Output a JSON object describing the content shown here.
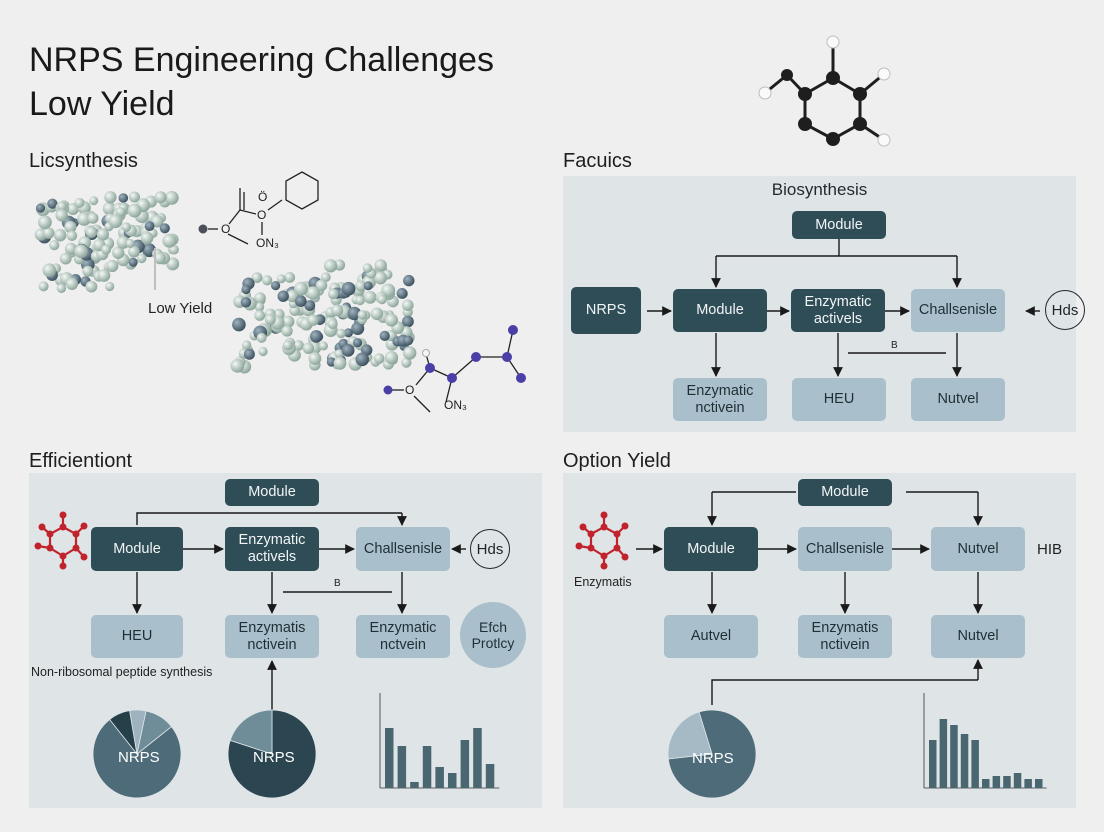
{
  "title": {
    "line1": "NRPS Engineering Challenges",
    "line2": "Low Yield"
  },
  "sections": {
    "tl": {
      "heading": "Licsynthesis",
      "label": "Low Yield",
      "formula1": "ON₃",
      "formula2": "ON₃"
    },
    "tr": {
      "heading": "Facuics",
      "panel_title": "Biosynthesis",
      "module_top": "Module",
      "nrps": "NRPS",
      "module": "Module",
      "enzymatic": "Enzymatic activels",
      "challenge": "Challsenisle",
      "hds": "Hds",
      "b": "B",
      "row2": [
        "Enzymatic nctivein",
        "HEU",
        "Nutvel"
      ]
    },
    "bl": {
      "heading": "Efficientiont",
      "module_top": "Module",
      "module": "Module",
      "enzymatic": "Enzymatic activels",
      "challenge": "Challsenisle",
      "hds": "Hds",
      "b": "B",
      "row2": [
        "HEU",
        "Enzymatis nctivein",
        "Enzymatic nctvein"
      ],
      "efch": "Efch Protlcy",
      "caption": "Non-ribosomal peptide synthesis",
      "pie1_label": "NRPS",
      "pie2_label": "NRPS"
    },
    "br": {
      "heading": "Option Yield",
      "module_top": "Module",
      "module": "Module",
      "challenge": "Challsenisle",
      "nutvel": "Nutvel",
      "hib": "HIB",
      "enzymatis": "Enzymatis",
      "row2": [
        "Autvel",
        "Enzymatis nctivein",
        "Nutvel"
      ],
      "pie_label": "NRPS"
    }
  },
  "colors": {
    "dark_box": "#2f4d57",
    "light_box": "#a9bfcb",
    "panel": "#dfe4e7",
    "bar": "#4a6670",
    "atom_dark": "#1e1e1e",
    "atom_red": "#c0232b",
    "atom_blue": "#4a3fa6"
  },
  "chart_data": [
    {
      "type": "pie",
      "label": "NRPS",
      "slices": [
        {
          "value": 75
        },
        {
          "value": 8
        },
        {
          "value": 6
        },
        {
          "value": 11
        }
      ]
    },
    {
      "type": "pie",
      "label": "NRPS",
      "slices": [
        {
          "value": 80
        },
        {
          "value": 20
        }
      ]
    },
    {
      "type": "bar",
      "values": [
        20,
        14,
        2,
        14,
        7,
        5,
        16,
        20,
        8
      ],
      "ylim": [
        0,
        30
      ]
    },
    {
      "type": "pie",
      "label": "NRPS",
      "slices": [
        {
          "value": 78
        },
        {
          "value": 22
        }
      ]
    },
    {
      "type": "bar",
      "values": [
        16,
        23,
        21,
        18,
        16,
        3,
        4,
        4,
        5,
        3,
        3
      ],
      "ylim": [
        0,
        30
      ]
    }
  ]
}
